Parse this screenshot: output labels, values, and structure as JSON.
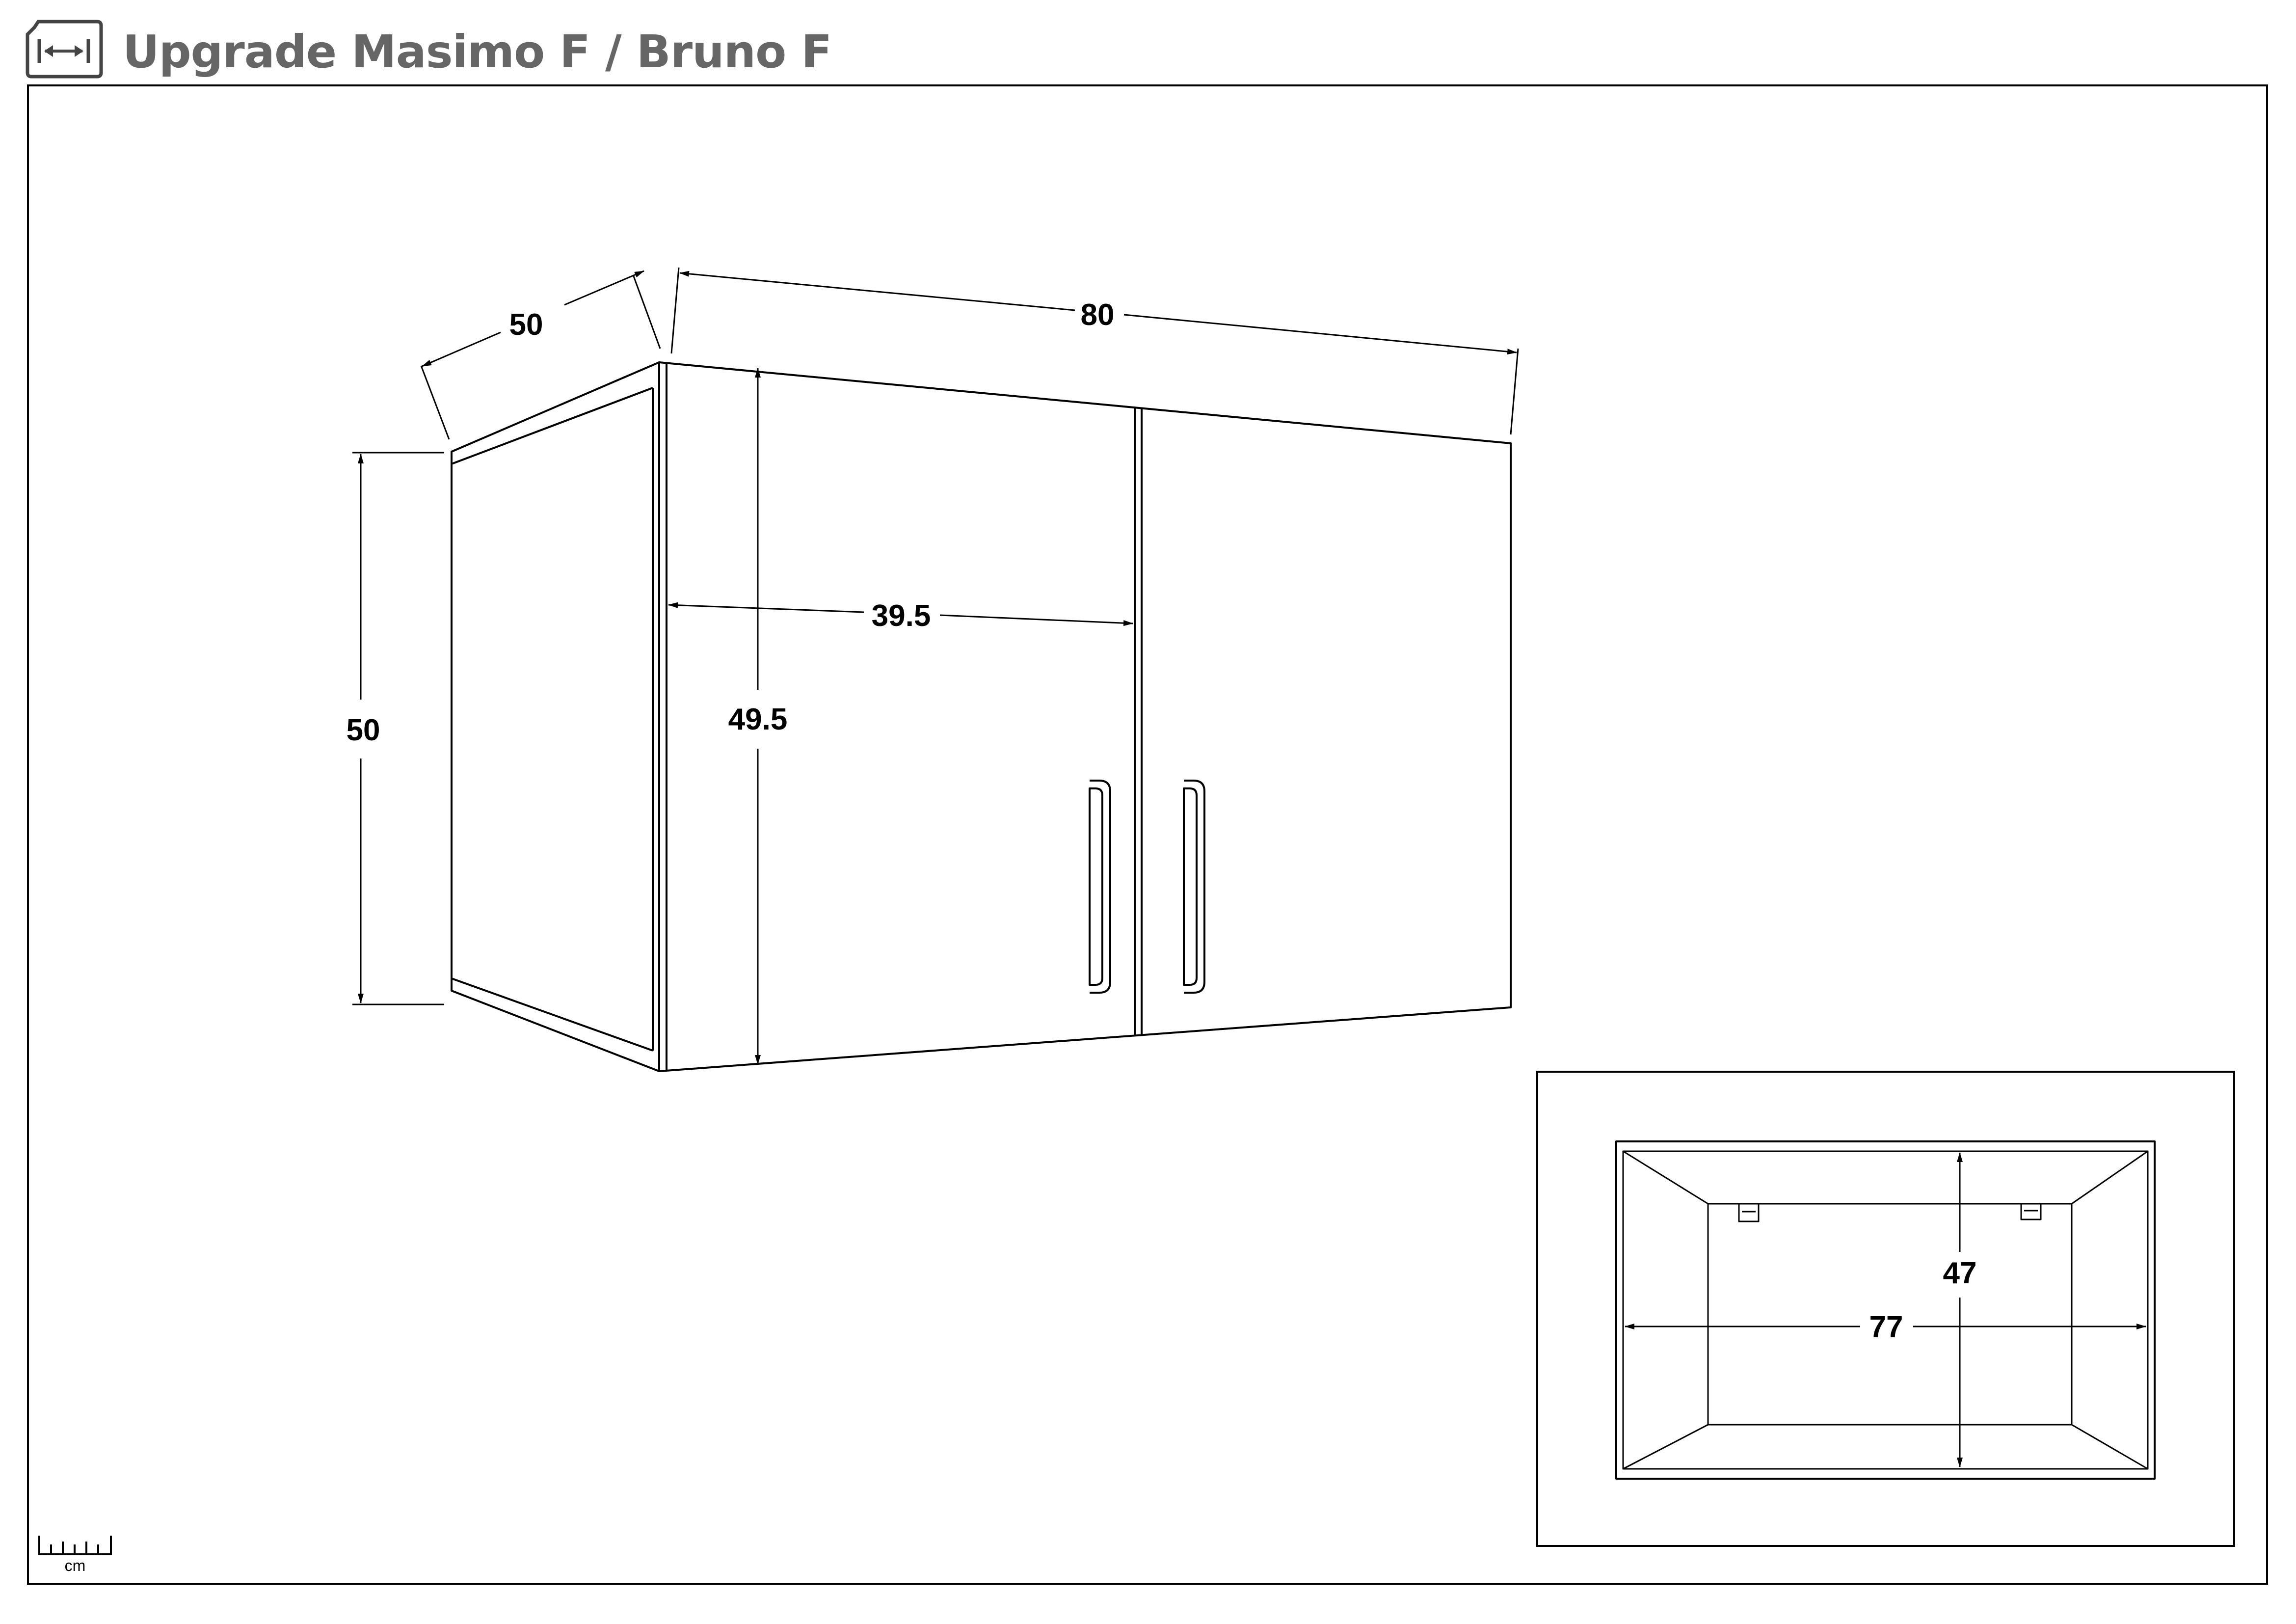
{
  "header": {
    "title": "Upgrade Masimo F / Bruno F",
    "icon": "width-measure-icon"
  },
  "front_view": {
    "depth": "50",
    "width": "80",
    "height": "50",
    "door_width": "39.5",
    "door_height": "49.5"
  },
  "inside_view": {
    "inner_height": "47",
    "inner_width": "77"
  },
  "scale": {
    "unit": "cm",
    "icon": "ruler-icon"
  },
  "colors": {
    "title": "#666666",
    "line": "#000000"
  }
}
